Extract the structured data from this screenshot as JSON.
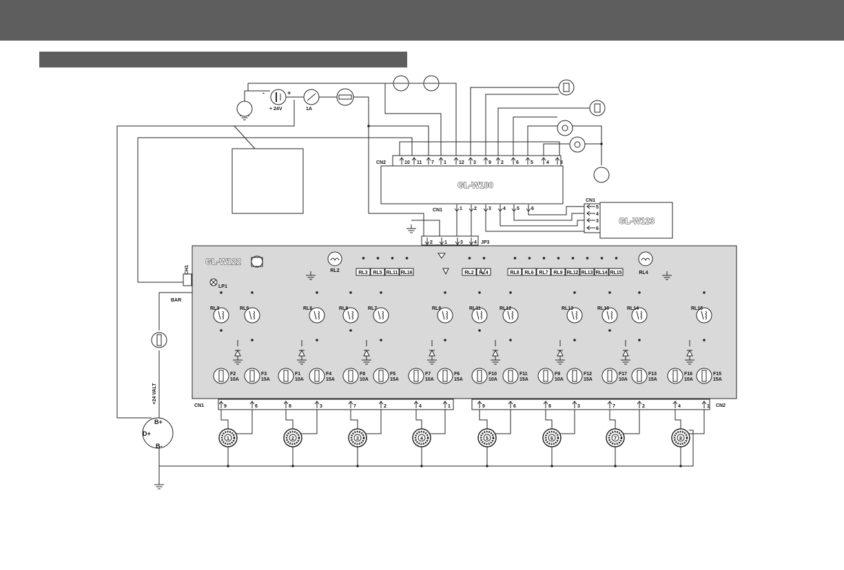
{
  "colors": {
    "header": "#5e5e5e",
    "panel": "#d9d9d9",
    "line": "#222222"
  },
  "labels": {
    "minus": "-",
    "plus": "+",
    "battery": "+ 24V",
    "fuse_main": "1A",
    "cn2_top": "CN2",
    "cn1_mid": "CN1",
    "cn1_right": "CN1",
    "jp3": "JP3",
    "w180": "GL-W180",
    "w123": "GL-W123",
    "w122": "GL-W122",
    "ch1": "CH1",
    "lp1": "LP1",
    "bar": "BAR",
    "v24": "+24 VALT",
    "bplus": "B+",
    "dplus": "D+",
    "bminus": "B-",
    "cn1_bottom": "CN1",
    "cn2_bottom": "CN2",
    "rl2": "RL2",
    "rl4": "RL4"
  },
  "cn2_pins": [
    "10",
    "11",
    "7",
    "1",
    "12",
    "3",
    "9",
    "2",
    "6",
    "5",
    "4",
    "8"
  ],
  "cn1_mid_pins": [
    "1",
    "2",
    "3",
    "4",
    "5",
    "6"
  ],
  "w123_pins": [
    "5",
    "4",
    "3",
    "6"
  ],
  "jp3_pins": [
    "2",
    "1",
    "3",
    "4"
  ],
  "relay_boxes_left": [
    "RL3",
    "RL5",
    "RL11",
    "RL16"
  ],
  "relay_boxes_mid": [
    "RL2",
    "RL4"
  ],
  "relay_boxes_right": [
    "RL8",
    "RL6",
    "RL7",
    "RL9",
    "RL12",
    "RL13",
    "RL14",
    "RL15"
  ],
  "relays": [
    "RL3",
    "RL5",
    "RL6",
    "RL9",
    "RL7",
    "RL8",
    "RL11",
    "RL12",
    "RL13",
    "RL16",
    "RL14",
    "RL15"
  ],
  "fuses": [
    {
      "name": "F2",
      "rating": "10A"
    },
    {
      "name": "F3",
      "rating": "15A"
    },
    {
      "name": "F1",
      "rating": "10A"
    },
    {
      "name": "F4",
      "rating": "15A"
    },
    {
      "name": "F8",
      "rating": "10A"
    },
    {
      "name": "F5",
      "rating": "15A"
    },
    {
      "name": "F7",
      "rating": "10A"
    },
    {
      "name": "F6",
      "rating": "15A"
    },
    {
      "name": "F10",
      "rating": "10A"
    },
    {
      "name": "F11",
      "rating": "15A"
    },
    {
      "name": "F9",
      "rating": "10A"
    },
    {
      "name": "F12",
      "rating": "15A"
    },
    {
      "name": "F17",
      "rating": "10A"
    },
    {
      "name": "F13",
      "rating": "15A"
    },
    {
      "name": "F16",
      "rating": "10A"
    },
    {
      "name": "F15",
      "rating": "15A"
    }
  ],
  "bottom_pins": [
    "9",
    "6",
    "8",
    "3",
    "7",
    "2",
    "4",
    "1",
    "9",
    "6",
    "8",
    "3",
    "7",
    "2",
    "4",
    "1"
  ],
  "fans": [
    "1",
    "2",
    "3",
    "4",
    "5",
    "6",
    "7",
    "8"
  ]
}
